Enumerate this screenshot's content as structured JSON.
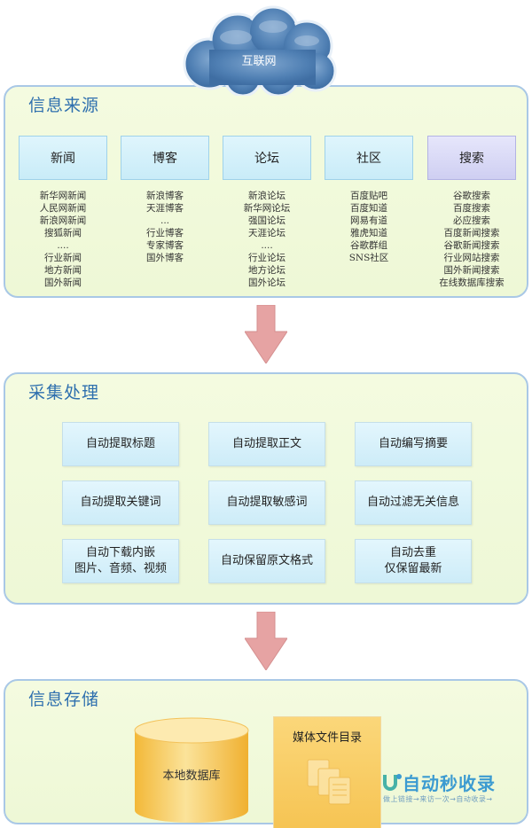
{
  "cloud": {
    "label": "互联网"
  },
  "sources": {
    "title": "信息来源",
    "columns": [
      {
        "label": "新闻",
        "items": [
          "新华网新闻",
          "人民网新闻",
          "新浪网新闻",
          "搜狐新闻",
          "....",
          "行业新闻",
          "地方新闻",
          "国外新闻"
        ]
      },
      {
        "label": "博客",
        "items": [
          "新浪博客",
          "天涯博客",
          "...",
          "行业博客",
          "专家博客",
          "国外博客"
        ]
      },
      {
        "label": "论坛",
        "items": [
          "新浪论坛",
          "新华网论坛",
          "强国论坛",
          "天涯论坛",
          "....",
          "行业论坛",
          "地方论坛",
          "国外论坛"
        ]
      },
      {
        "label": "社区",
        "items": [
          "百度贴吧",
          "百度知道",
          "网易有道",
          "雅虎知道",
          "谷歌群组",
          "SNS社区"
        ]
      },
      {
        "label": "搜索",
        "items": [
          "谷歌搜索",
          "百度搜索",
          "必应搜索",
          "百度新闻搜索",
          "谷歌新闻搜索",
          "行业网站搜索",
          "国外新闻搜索",
          "在线数据库搜索"
        ]
      }
    ]
  },
  "processing": {
    "title": "采集处理",
    "boxes": [
      "自动提取标题",
      "自动提取正文",
      "自动编写摘要",
      "自动提取关键词",
      "自动提取敏感词",
      "自动过滤无关信息",
      "自动下载内嵌\n图片、音频、视频",
      "自动保留原文格式",
      "自动去重\n仅保留最新"
    ]
  },
  "storage": {
    "title": "信息存储",
    "database_label": "本地数据库",
    "media_label": "媒体文件目录"
  },
  "watermark": {
    "main": "自动秒收录",
    "sub": "做上链接→来访一次→自动收录→"
  },
  "colors": {
    "panel_border": "#a9c8e6",
    "panel_bg": "#eef8d6",
    "title_text": "#2e6fae",
    "box_blue": "#cdecf8",
    "box_purple": "#cfcff2",
    "arrow": "#e6a3a3",
    "database": "#f6c453"
  }
}
